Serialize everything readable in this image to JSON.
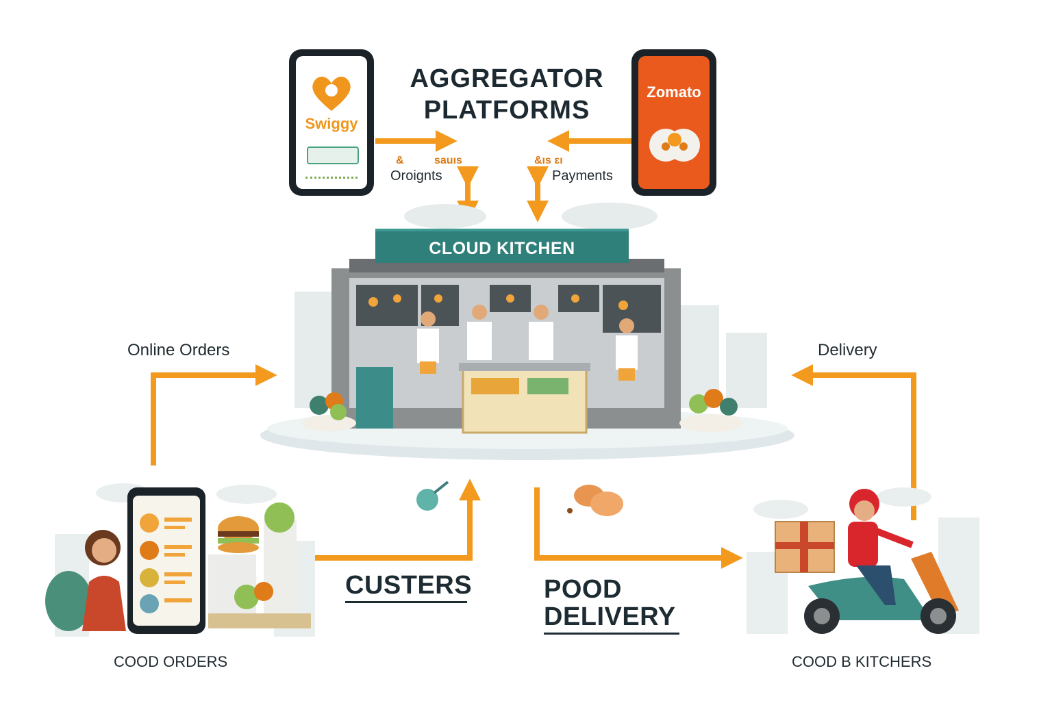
{
  "diagram": {
    "title_line1": "AGGREGATOR",
    "title_line2": "PLATFORMS",
    "kitchen_banner": "CLOUD KITCHEN",
    "swiggy": {
      "brand": "Swiggy",
      "color": "#f0961c"
    },
    "zomato": {
      "brand": "Zomato",
      "color": "#e8531e"
    },
    "left_top_small": "&",
    "left_top_small2": "sauıs",
    "left_top_label": "Oroignts",
    "right_top_small": "&ıs ɛı",
    "right_top_label": "Payments",
    "online_orders": "Online Orders",
    "delivery": "Delivery",
    "custers": "CUSTERS",
    "food_line1": "POOD",
    "food_line2": "DELIVERY",
    "cood_orders": "COOD ORDERS",
    "cood_kitchers": "COOD B KITCHERS"
  },
  "colors": {
    "arrow": "#f39a1e",
    "teal": "#2f7f7a",
    "text": "#1d2930",
    "rider_red": "#d9262c"
  }
}
